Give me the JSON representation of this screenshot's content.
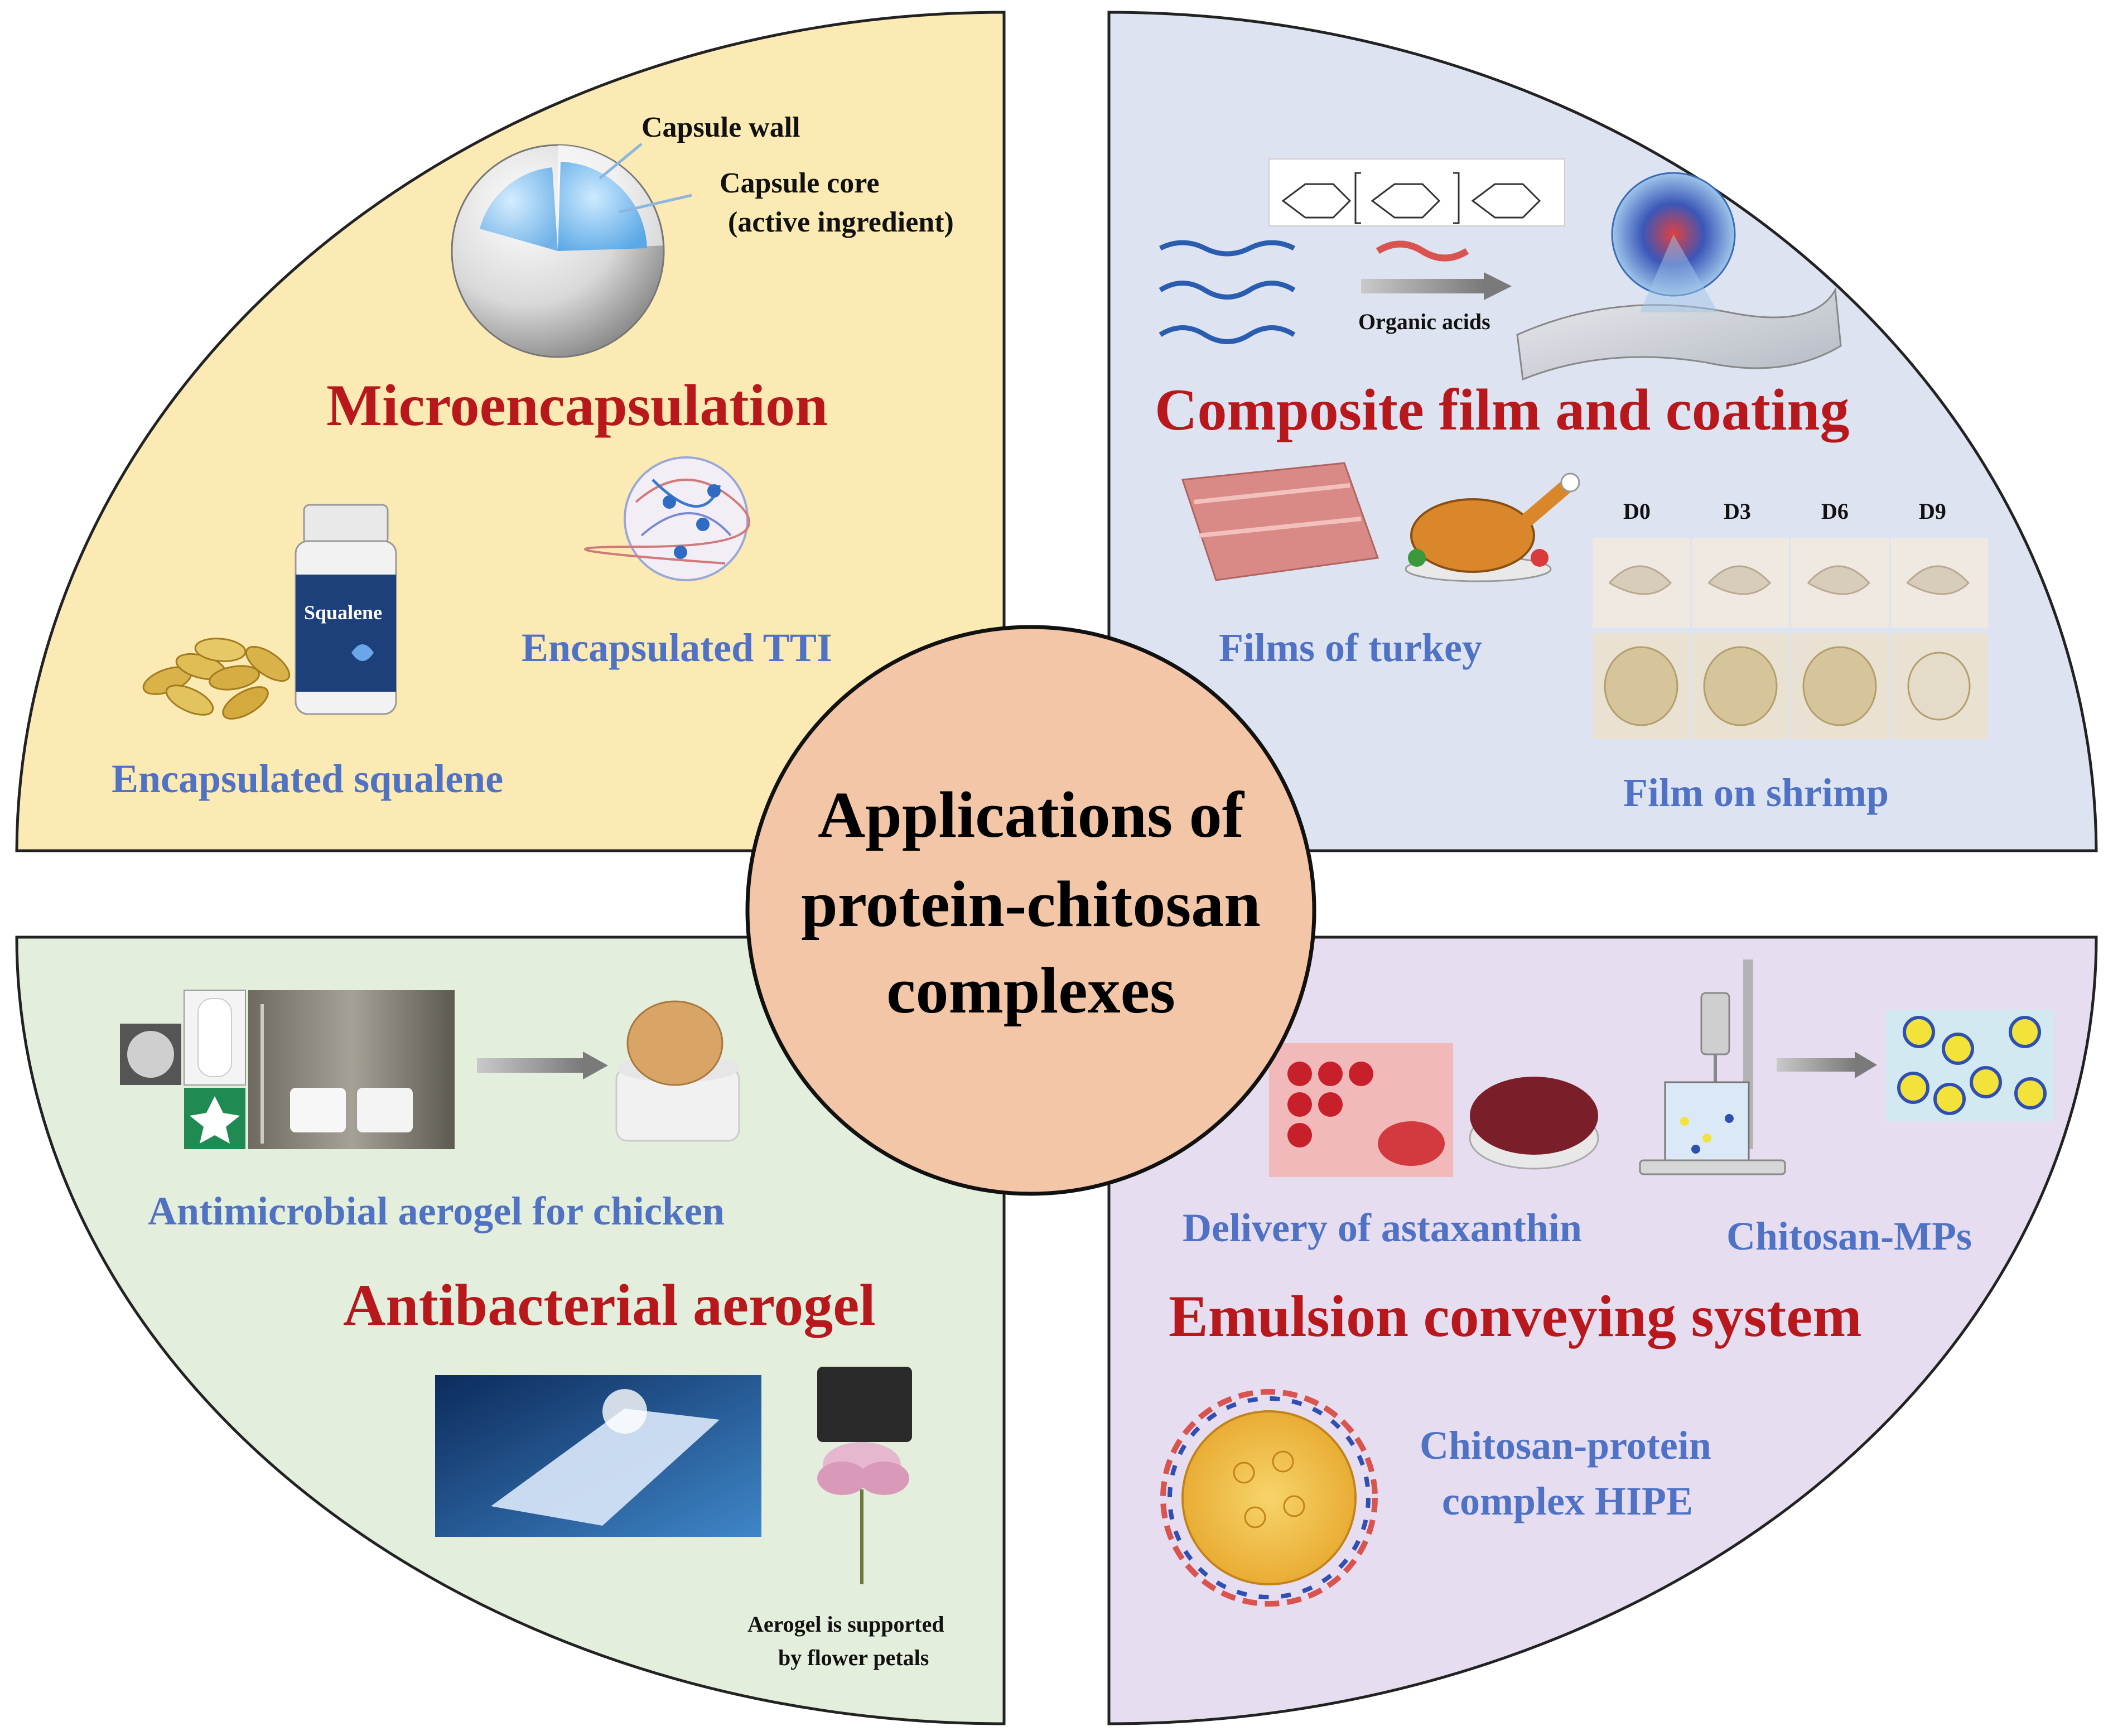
{
  "center": {
    "line1": "Applications of",
    "line2": "protein-chitosan",
    "line3": "complexes",
    "fill_color": "#f2c6a6"
  },
  "quadrants": {
    "top_left": {
      "fill_color": "#fbeab4",
      "title": "Microencapsulation",
      "capsule_wall_label": "Capsule wall",
      "capsule_core_label": "Capsule core",
      "capsule_core_sub": "(active ingredient)",
      "bottle_label": "Squalene",
      "tti_label": "Encapsulated TTI",
      "squalene_label": "Encapsulated squalene"
    },
    "top_right": {
      "fill_color": "#dde3f0",
      "title": "Composite film and coating",
      "organic_acids_label": "Organic acids",
      "turkey_label": "Films of turkey",
      "shrimp_label": "Film on shrimp",
      "day_labels": [
        "D0",
        "D3",
        "D6",
        "D9"
      ]
    },
    "bottom_left": {
      "fill_color": "#e4eedc",
      "title": "Antibacterial aerogel",
      "chicken_label": "Antimicrobial aerogel for chicken",
      "petal_line1": "Aerogel is supported",
      "petal_line2": "by flower petals"
    },
    "bottom_right": {
      "fill_color": "#e6def0",
      "title": "Emulsion conveying system",
      "astaxanthin_label": "Delivery of astaxanthin",
      "mps_label": "Chitosan-MPs",
      "hipe_line1": "Chitosan-protein",
      "hipe_line2": "complex HIPE"
    }
  },
  "colors": {
    "title_red": "#b8181c",
    "caption_blue": "#4f72c4",
    "outline": "#222222"
  }
}
